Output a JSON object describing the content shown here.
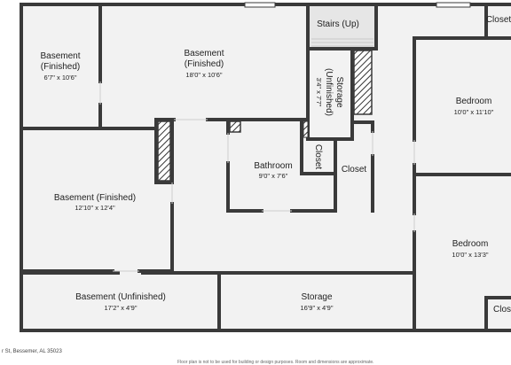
{
  "rooms": [
    {
      "name": "Basement\n(Finished)",
      "dim": "6'7\" x 10'6\""
    },
    {
      "name": "Basement\n(Finished)",
      "dim": "18'0\" x 10'6\""
    },
    {
      "name": "Stairs (Up)",
      "dim": ""
    },
    {
      "name": "Closet",
      "dim": ""
    },
    {
      "name": "Storage\n(Unfinished)",
      "dim": "3'4\" x 7'7\""
    },
    {
      "name": "Bedroom",
      "dim": "10'0\" x 11'10\""
    },
    {
      "name": "Bathroom",
      "dim": "9'0\" x 7'6\""
    },
    {
      "name": "Closet",
      "dim": ""
    },
    {
      "name": "Closet",
      "dim": ""
    },
    {
      "name": "Basement (Finished)",
      "dim": "12'10\" x 12'4\""
    },
    {
      "name": "Bedroom",
      "dim": "10'0\" x 13'3\""
    },
    {
      "name": "Basement (Unfinished)",
      "dim": "17'2\" x 4'9\""
    },
    {
      "name": "Storage",
      "dim": "16'9\" x 4'9\""
    },
    {
      "name": "Clos",
      "dim": ""
    }
  ],
  "footer": {
    "address": "r St, Bessemer, AL 35023",
    "disclaimer": "Floor plan is not to be used for building or design purposes. Room and dimensions are approximate."
  }
}
